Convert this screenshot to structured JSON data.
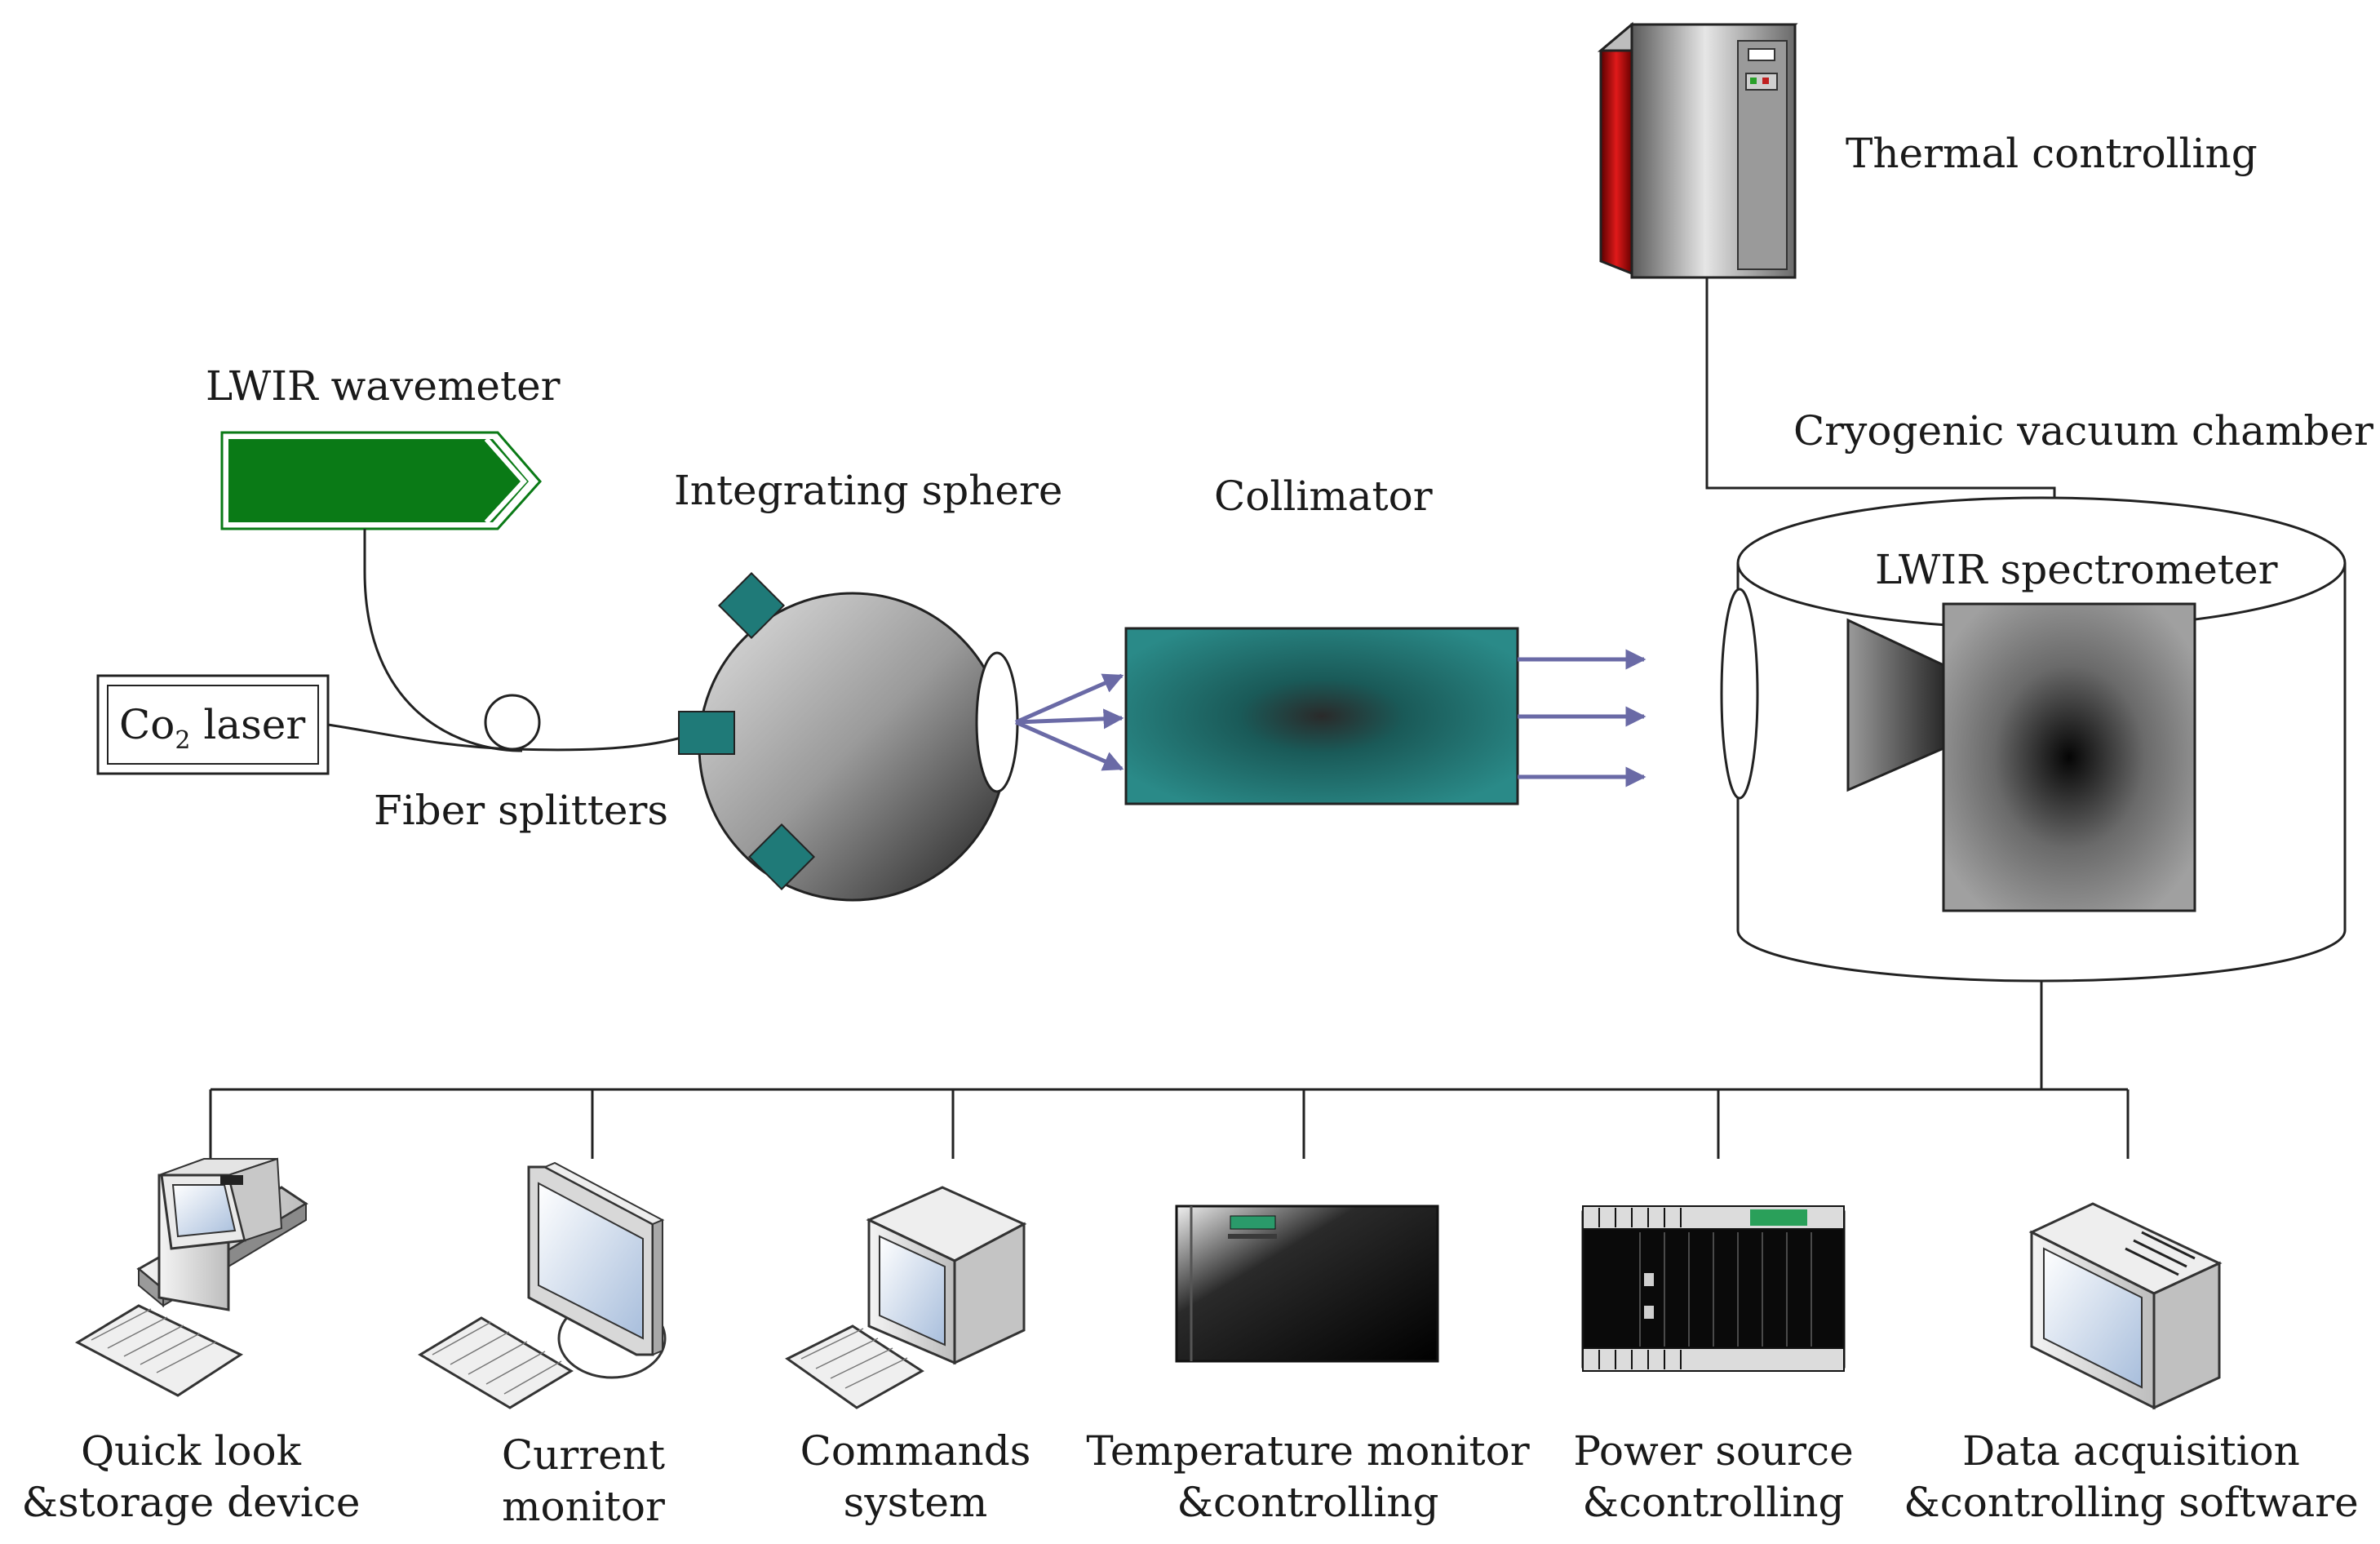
{
  "labels": {
    "thermal": "Thermal controlling",
    "cryo": "Cryogenic vacuum chamber",
    "wavemeter": "LWIR wavemeter",
    "sphere": "Integrating sphere",
    "collimator": "Collimator",
    "spectrometer": "LWIR spectrometer",
    "laser_main": "Co",
    "laser_sub": "2",
    "laser_rest": " laser",
    "fiber": "Fiber splitters"
  },
  "devices": [
    {
      "line1": "Quick look",
      "line2": "&storage device",
      "icon": "desktop-computer-icon"
    },
    {
      "line1": "Current",
      "line2": "monitor",
      "icon": "lcd-monitor-icon"
    },
    {
      "line1": "Commands",
      "line2": "system",
      "icon": "crt-computer-icon"
    },
    {
      "line1": "Temperature monitor",
      "line2": "&controlling",
      "icon": "rack-unit-icon"
    },
    {
      "line1": "Power source",
      "line2": "&controlling",
      "icon": "power-rack-icon"
    },
    {
      "line1": "Data acquisition",
      "line2": "&controlling software",
      "icon": "crt-monitor-icon"
    }
  ],
  "colors": {
    "wavemeter": "#0a7a16",
    "teal": "#1f7a78",
    "arrows": "#6a6aa6",
    "server_red": "#c0101a"
  }
}
